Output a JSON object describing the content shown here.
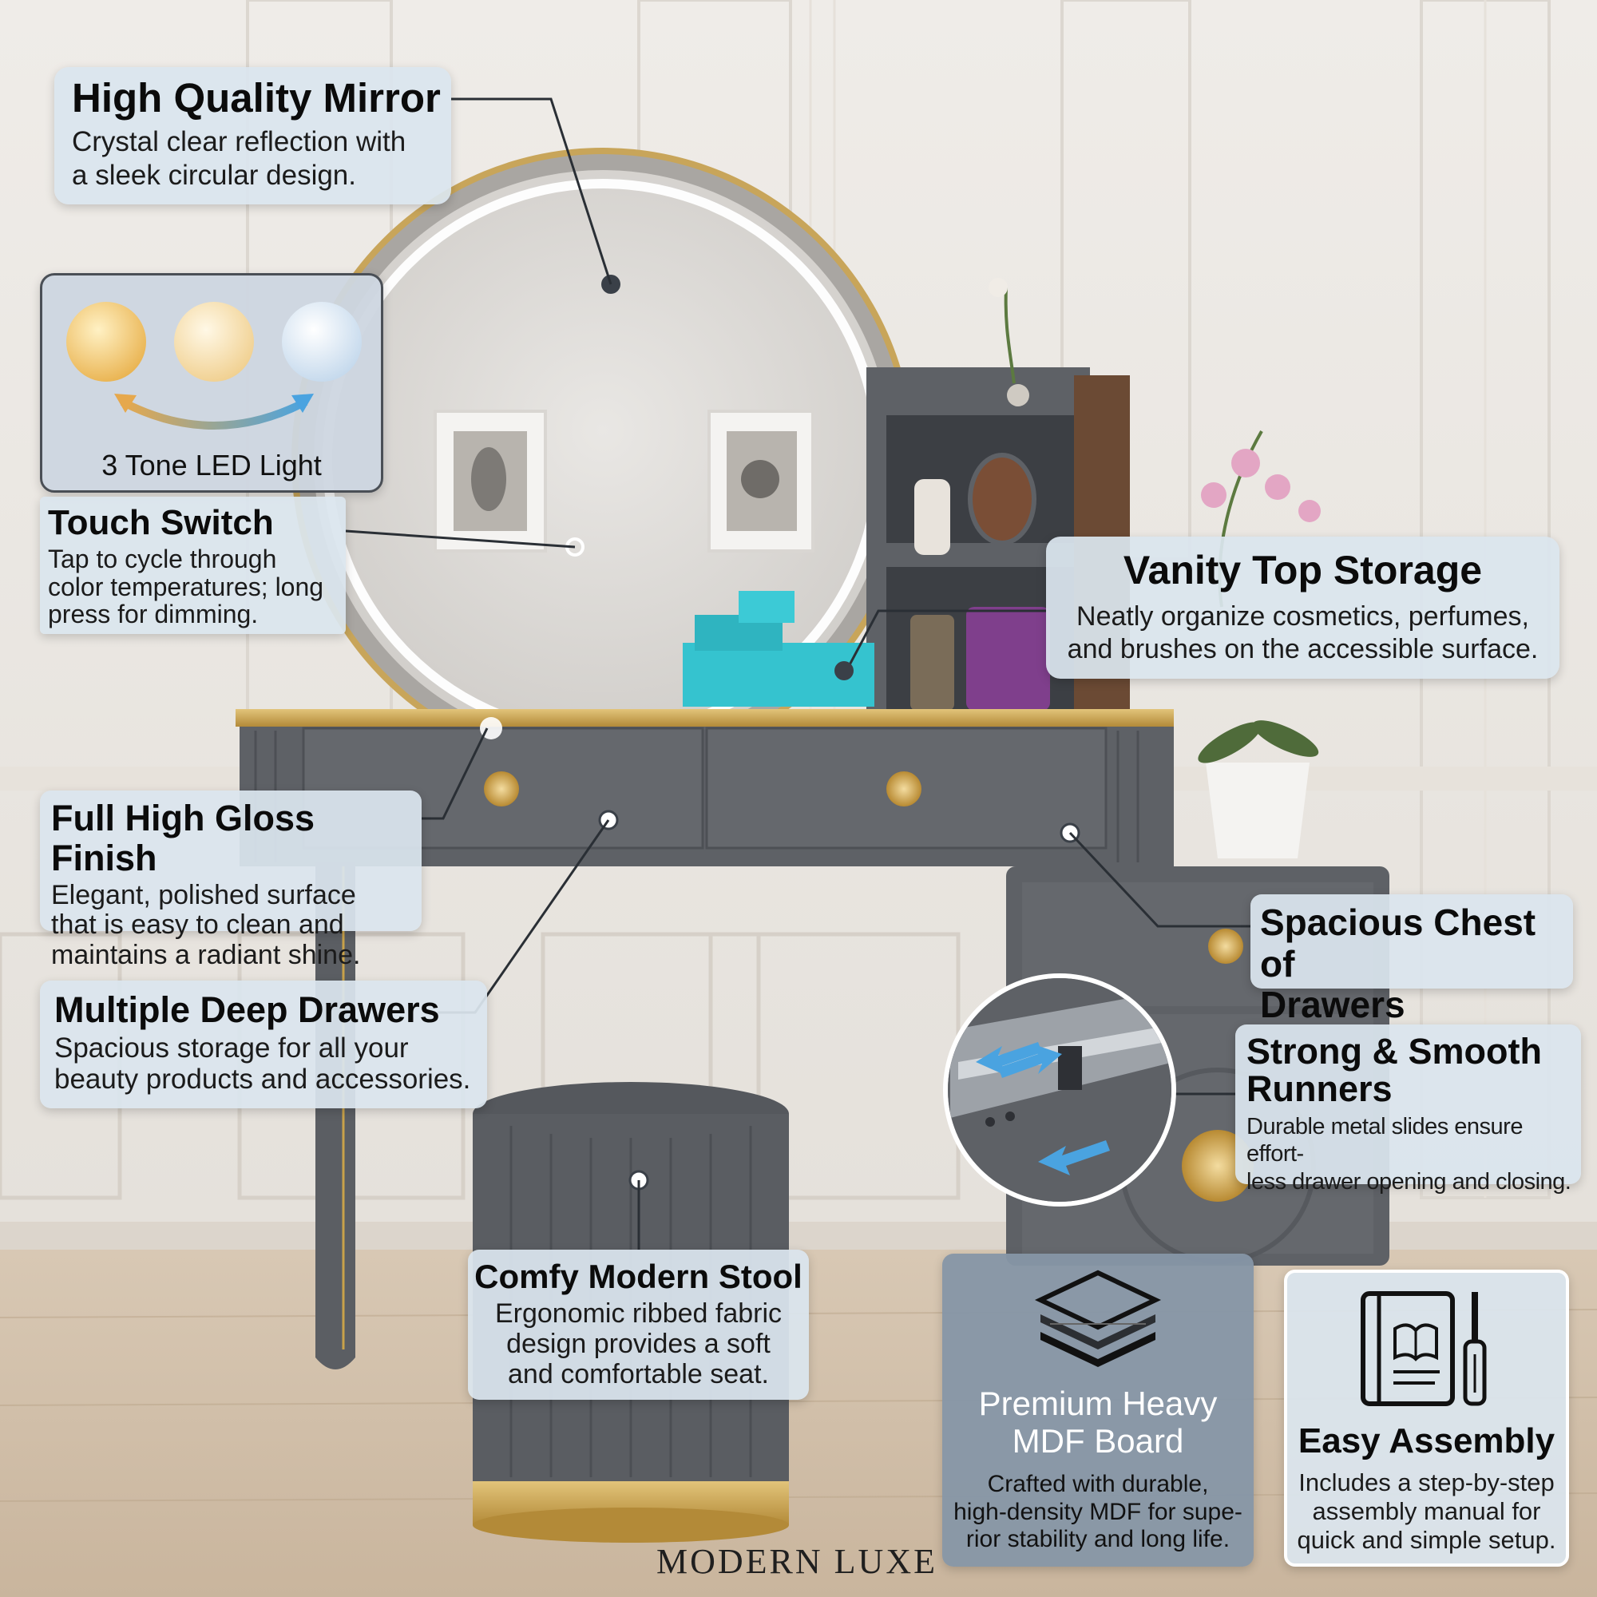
{
  "colors": {
    "callout_bg": "#dae5ee",
    "mdf_card_bg": "#8696a6",
    "furniture_gray": "#5e6166",
    "gold_accent": "#c9a24a",
    "teal_organizer": "#35c3cf",
    "arrow_blue": "#4aa3e0"
  },
  "callouts": {
    "mirror": {
      "title": "High Quality Mirror",
      "text_line1": "Crystal clear reflection with",
      "text_line2": "a sleek circular design."
    },
    "led": {
      "label": "3 Tone LED Light",
      "tones": [
        "warm",
        "neutral",
        "cool"
      ]
    },
    "touch": {
      "title": "Touch Switch",
      "text_line1": "Tap to cycle through",
      "text_line2": "color temperatures; long",
      "text_line3": "press for dimming."
    },
    "storage": {
      "title": "Vanity Top Storage",
      "text_line1": "Neatly organize cosmetics, perfumes,",
      "text_line2": "and brushes on the accessible surface."
    },
    "gloss": {
      "title": "Full High Gloss Finish",
      "text_line1": "Elegant, polished surface",
      "text_line2": "that is easy to clean and",
      "text_line3": "maintains a radiant shine."
    },
    "chest": {
      "title_line1": "Spacious Chest of",
      "title_line2": "Drawers"
    },
    "drawers": {
      "title": "Multiple Deep Drawers",
      "text_line1": "Spacious storage for all your",
      "text_line2": "beauty products and accessories."
    },
    "runners": {
      "title_line1": "Strong & Smooth",
      "title_line2": "Runners",
      "text_line1": "Durable metal slides ensure effort-",
      "text_line2": "less drawer opening and closing."
    },
    "stool": {
      "title": "Comfy Modern Stool",
      "text_line1": "Ergonomic ribbed fabric",
      "text_line2": "design provides a soft",
      "text_line3": "and comfortable seat."
    },
    "mdf": {
      "title_line1": "Premium Heavy",
      "title_line2": "MDF Board",
      "text_line1": "Crafted with durable,",
      "text_line2": "high-density MDF for supe-",
      "text_line3": "rior stability and long life."
    },
    "assembly": {
      "title": "Easy Assembly",
      "text_line1": "Includes a step-by-step",
      "text_line2": "assembly manual for",
      "text_line3": "quick and simple setup."
    }
  },
  "brand": "MODERN LUXE"
}
